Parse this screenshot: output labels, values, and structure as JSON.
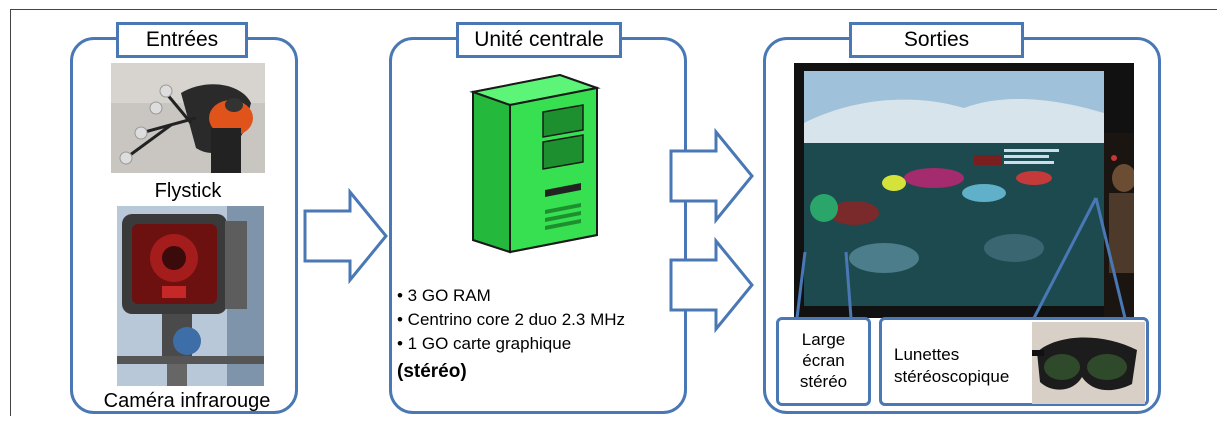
{
  "inputs": {
    "title": "Entrées",
    "flystick_caption": "Flystick",
    "camera_caption": "Caméra infrarouge"
  },
  "cpu": {
    "title": "Unité centrale",
    "specs": [
      "• 3 GO RAM",
      "• Centrino core 2 duo 2.3 MHz",
      "• 1 GO carte graphique"
    ],
    "specs_bold": "(stéréo)"
  },
  "outputs": {
    "title": "Sorties",
    "screen_label": [
      "Large",
      "écran",
      "stéréo"
    ],
    "glasses_label": [
      "Lunettes",
      "stéréoscopique"
    ]
  },
  "colors": {
    "panel_border": "#4a78b5",
    "tower_green": "#33ee55"
  }
}
